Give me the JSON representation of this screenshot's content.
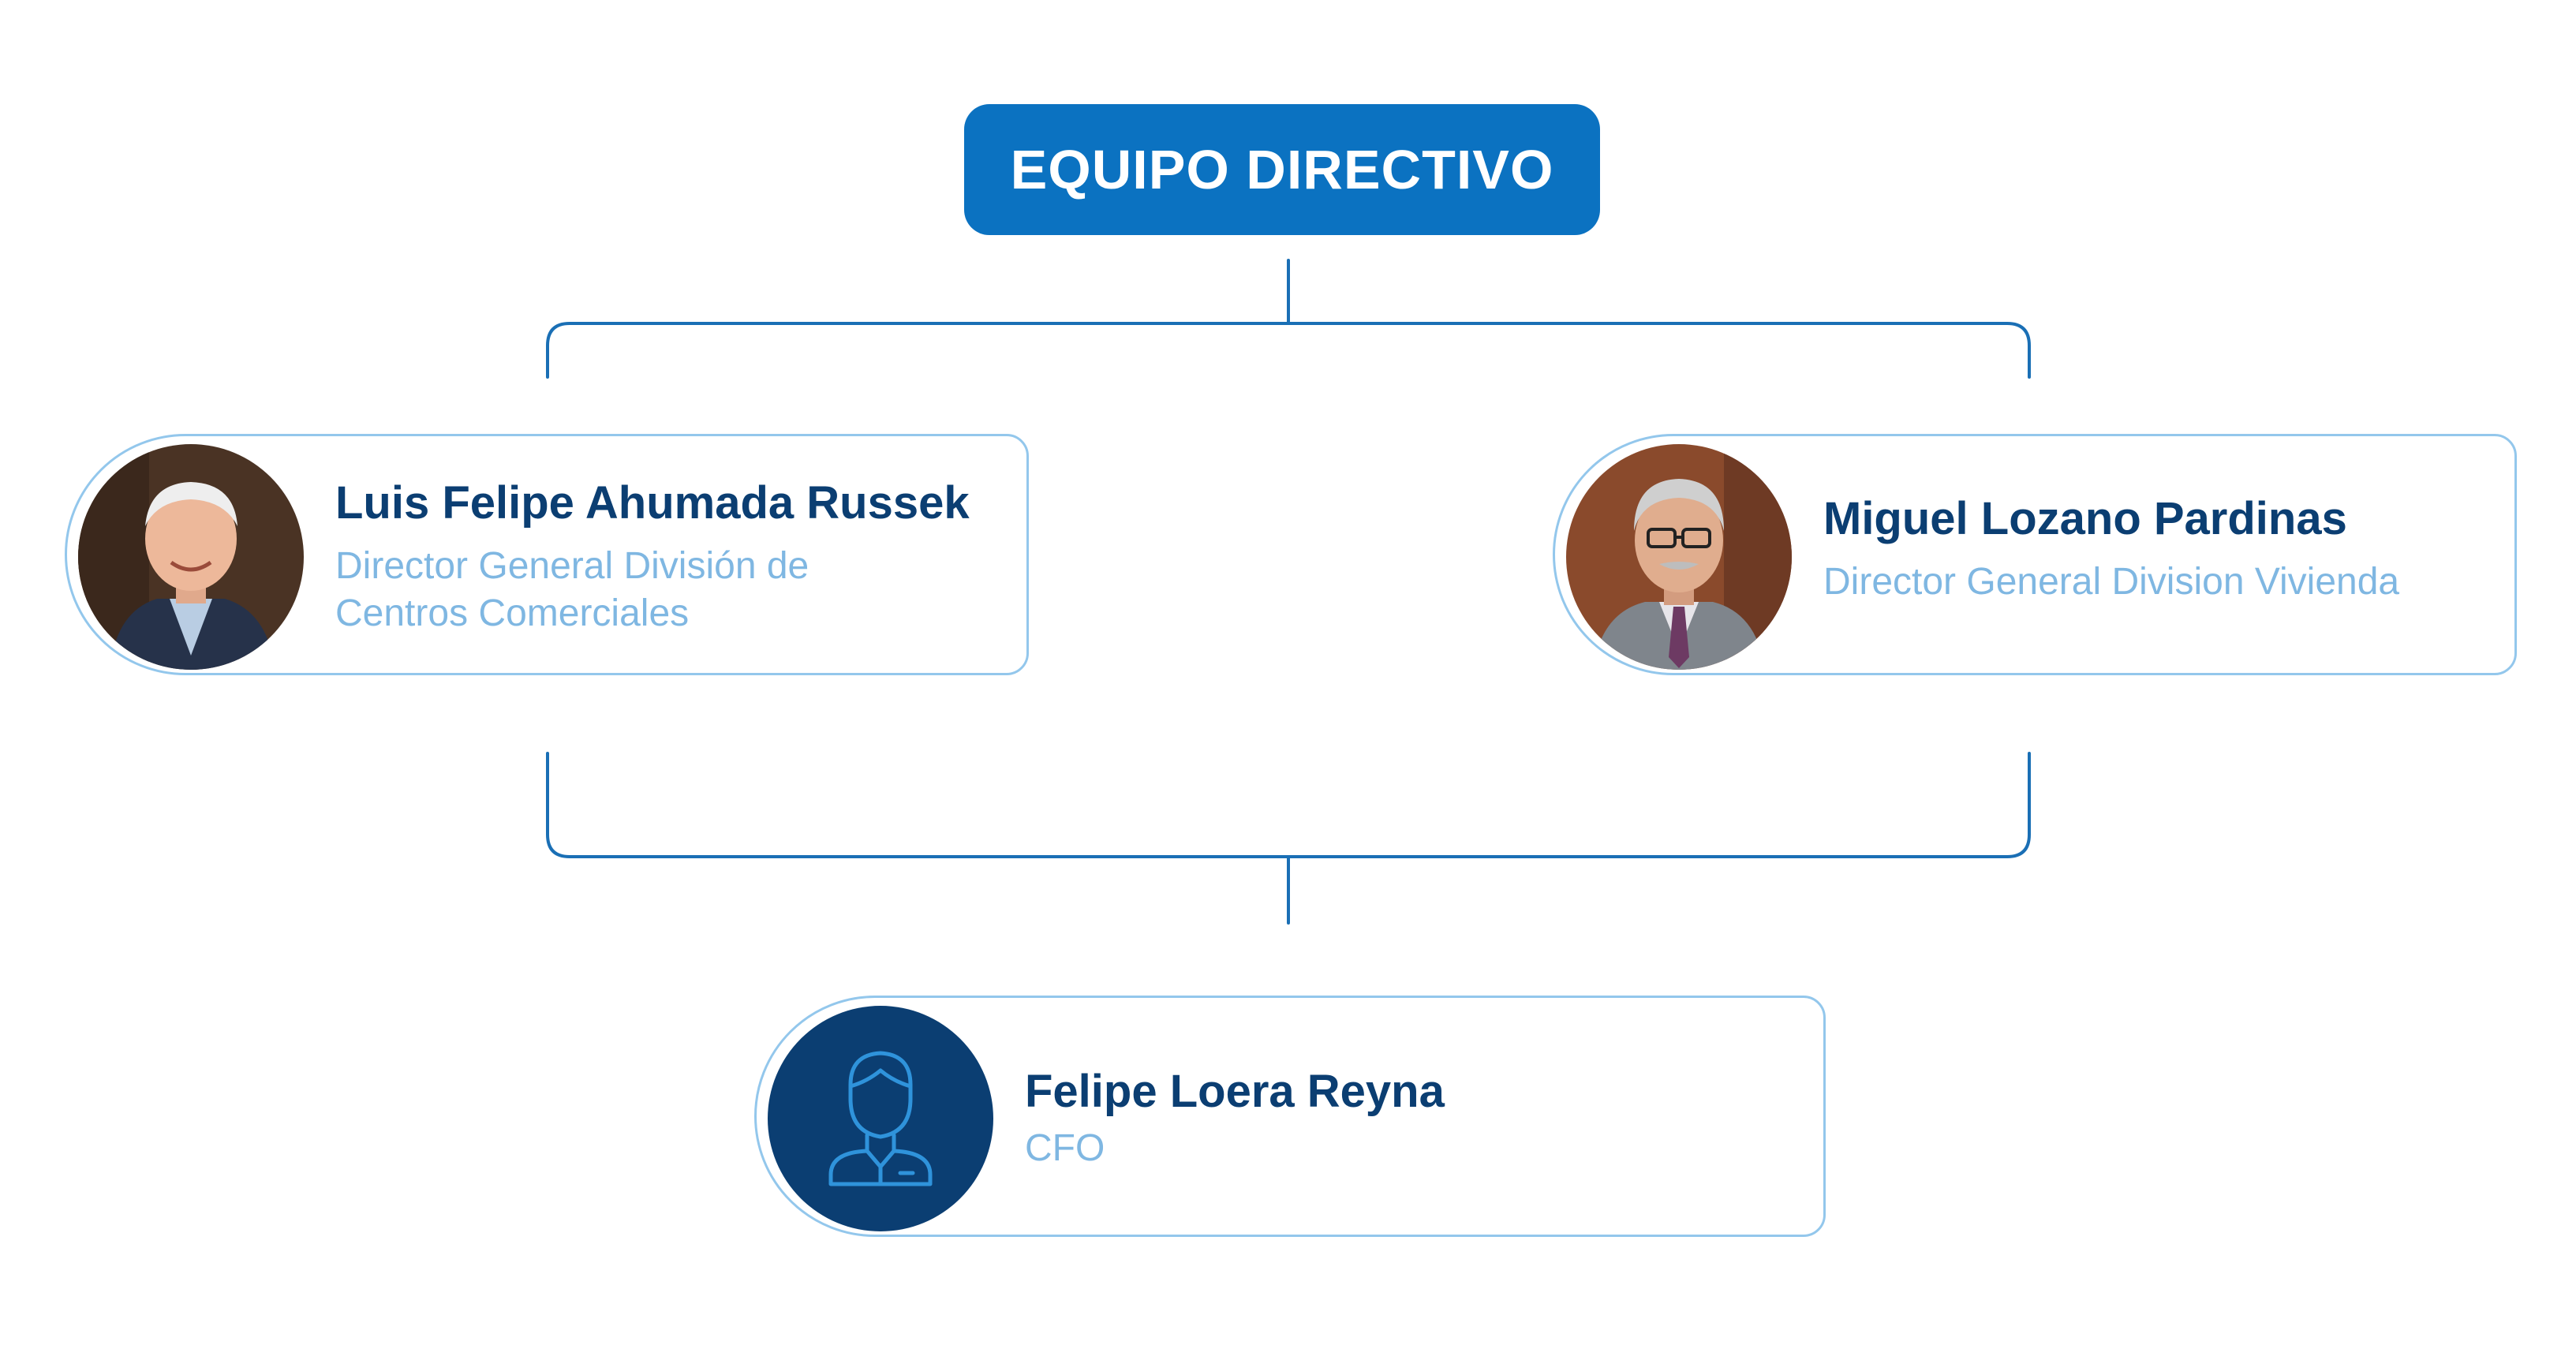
{
  "diagram": {
    "title": "EQUIPO DIRECTIVO",
    "people": [
      {
        "name": "Luis Felipe Ahumada Russek",
        "role_line1": "Director General División de",
        "role_line2": "Centros Comerciales",
        "avatar": "photo-portrait"
      },
      {
        "name": "Miguel Lozano Pardinas",
        "role_line1": "Director General Division Vivienda",
        "avatar": "photo-portrait"
      },
      {
        "name": "Felipe Loera Reyna",
        "role_line1": "CFO",
        "avatar": "user-icon"
      }
    ]
  },
  "colors": {
    "primary_blue": "#0b72c1",
    "dark_navy": "#0b3e72",
    "connector_blue": "#1a6fb5",
    "card_border": "#93c7ec",
    "role_text": "#7fb7e2"
  }
}
